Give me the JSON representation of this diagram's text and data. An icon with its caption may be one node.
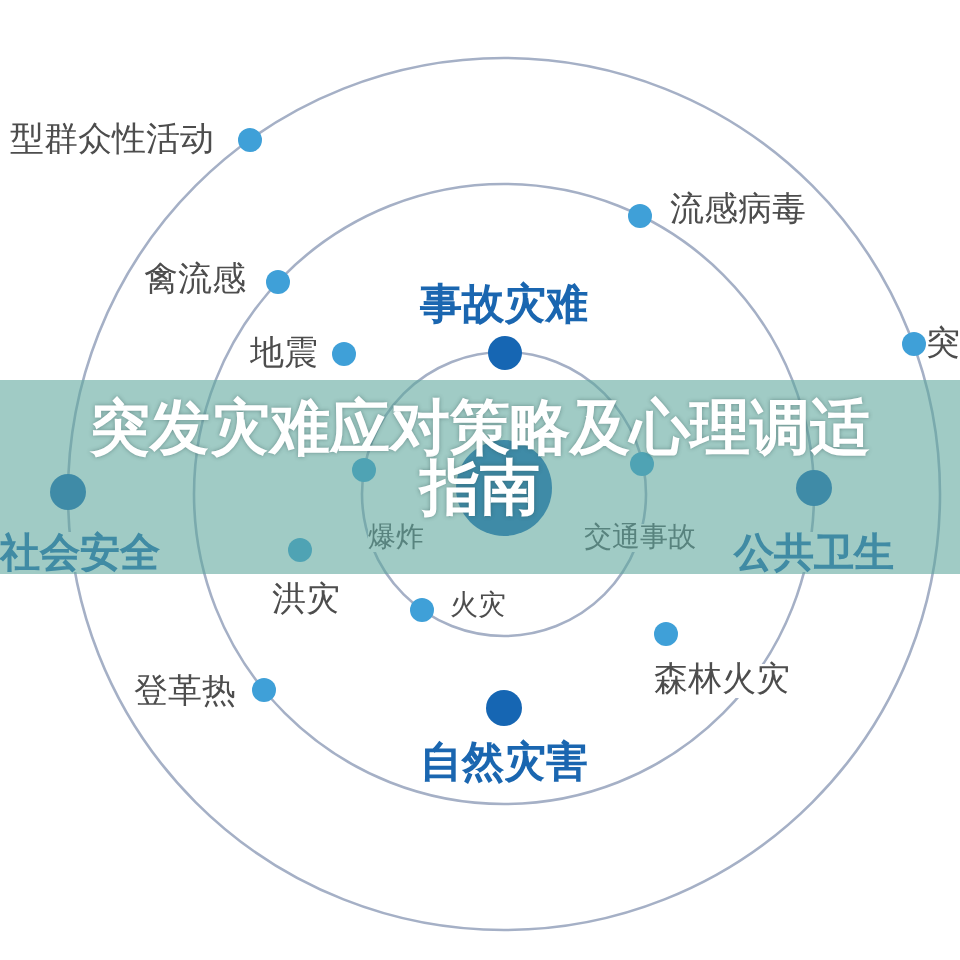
{
  "diagram": {
    "title": "突发灾难应对策略及心理调适指南",
    "nodes": [
      {
        "text": [],
        "shape": "circle",
        "beside": [
          "型群众性活动"
        ]
      },
      {
        "text": [],
        "shape": "circle",
        "beside": [
          "流感病毒"
        ]
      },
      {
        "text": [],
        "shape": "circle",
        "beside": [
          "禽流感"
        ]
      },
      {
        "text": [],
        "shape": "circle",
        "beside": [
          "事故灾难"
        ]
      },
      {
        "text": [],
        "shape": "circle",
        "beside": [
          "地震"
        ]
      },
      {
        "text": [],
        "shape": "circle",
        "beside": [
          "突"
        ]
      },
      {
        "text": [],
        "shape": "circle",
        "beside": [
          "社会安全"
        ]
      },
      {
        "text": [],
        "shape": "circle",
        "beside": [
          "爆炸"
        ]
      },
      {
        "text": [],
        "shape": "circle"
      },
      {
        "text": [],
        "shape": "circle",
        "beside": [
          "交通事故"
        ]
      },
      {
        "text": [],
        "shape": "circle",
        "beside": [
          "公共卫生"
        ]
      },
      {
        "text": [],
        "shape": "circle",
        "beside": [
          "洪灾"
        ]
      },
      {
        "text": [],
        "shape": "circle",
        "beside": [
          "火灾"
        ]
      },
      {
        "text": [],
        "shape": "circle",
        "beside": [
          "森林火灾"
        ]
      },
      {
        "text": [],
        "shape": "circle",
        "beside": [
          "登革热"
        ]
      },
      {
        "text": [],
        "shape": "circle",
        "beside": [
          "自然灾害"
        ]
      }
    ]
  }
}
